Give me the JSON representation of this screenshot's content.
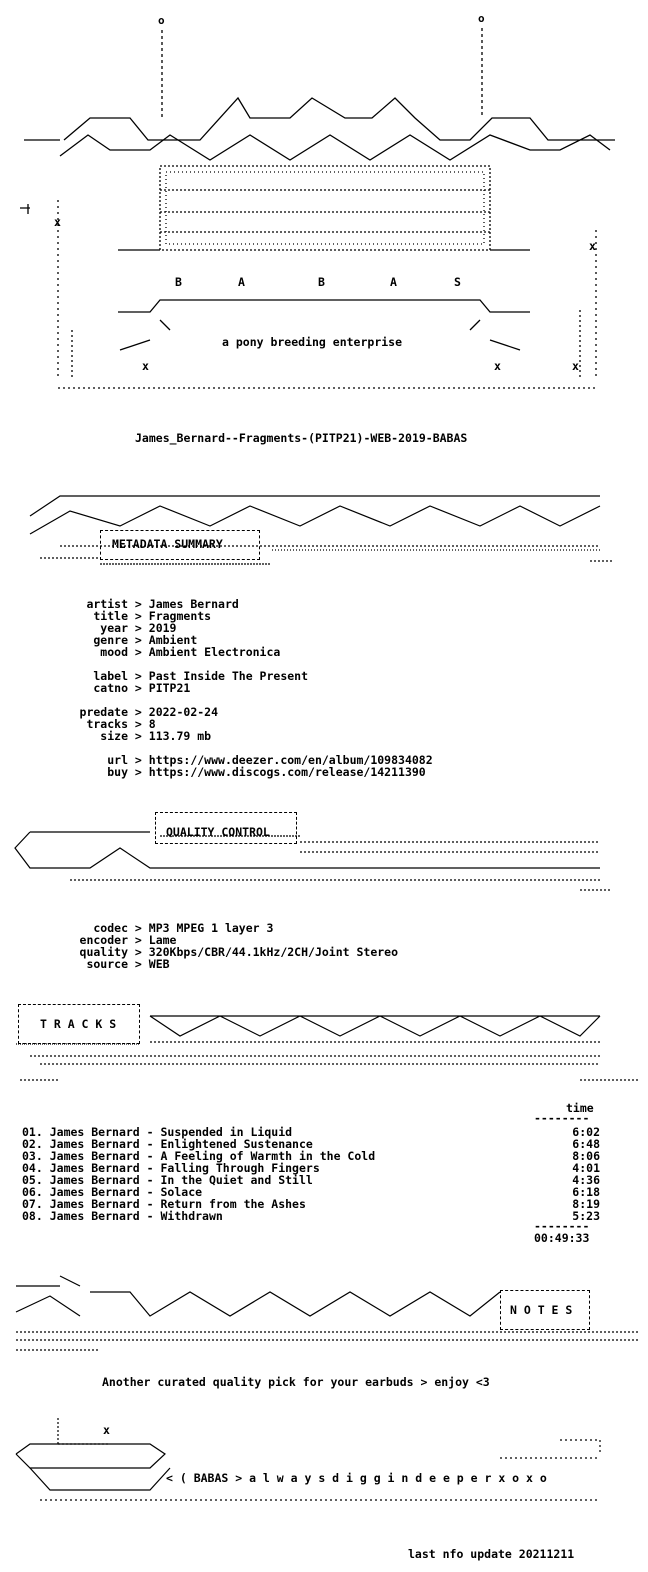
{
  "logo": {
    "letters": [
      "B",
      "A",
      "B",
      "A",
      "S"
    ],
    "tagline": "a pony breeding enterprise"
  },
  "release_name": "James_Bernard--Fragments-(PITP21)-WEB-2019-BABAS",
  "metadata": {
    "header": "METADATA SUMMARY",
    "group1": [
      {
        "key": "artist",
        "value": "James Bernard"
      },
      {
        "key": "title",
        "value": "Fragments"
      },
      {
        "key": "year",
        "value": "2019"
      },
      {
        "key": "genre",
        "value": "Ambient"
      },
      {
        "key": "mood",
        "value": "Ambient Electronica"
      }
    ],
    "group2": [
      {
        "key": "label",
        "value": "Past Inside The Present"
      },
      {
        "key": "catno",
        "value": "PITP21"
      }
    ],
    "group3": [
      {
        "key": "predate",
        "value": "2022-02-24"
      },
      {
        "key": "tracks",
        "value": "8"
      },
      {
        "key": "size",
        "value": "113.79 mb"
      }
    ],
    "group4": [
      {
        "key": "url",
        "value": "https://www.deezer.com/en/album/109834082"
      },
      {
        "key": "buy",
        "value": "https://www.discogs.com/release/14211390"
      }
    ]
  },
  "quality": {
    "header": "QUALITY CONTROL",
    "items": [
      {
        "key": "codec",
        "value": "MP3 MPEG 1 layer 3"
      },
      {
        "key": "encoder",
        "value": "Lame"
      },
      {
        "key": "quality",
        "value": "320Kbps/CBR/44.1kHz/2CH/Joint Stereo"
      },
      {
        "key": "source",
        "value": "WEB"
      }
    ]
  },
  "tracks": {
    "header": "T R A C K S",
    "time_header": "time",
    "list": [
      {
        "num": "01.",
        "title": "James Bernard - Suspended in Liquid",
        "time": "6:02"
      },
      {
        "num": "02.",
        "title": "James Bernard - Enlightened Sustenance",
        "time": "6:48"
      },
      {
        "num": "03.",
        "title": "James Bernard - A Feeling of Warmth in the Cold",
        "time": "8:06"
      },
      {
        "num": "04.",
        "title": "James Bernard - Falling Through Fingers",
        "time": "4:01"
      },
      {
        "num": "05.",
        "title": "James Bernard - In the Quiet and Still",
        "time": "4:36"
      },
      {
        "num": "06.",
        "title": "James Bernard - Solace",
        "time": "6:18"
      },
      {
        "num": "07.",
        "title": "James Bernard - Return from the Ashes",
        "time": "8:19"
      },
      {
        "num": "08.",
        "title": "James Bernard - Withdrawn",
        "time": "5:23"
      }
    ],
    "total": "00:49:33"
  },
  "notes": {
    "header": "N O T E S",
    "text": "Another curated quality pick for your earbuds > enjoy <3"
  },
  "footer": {
    "signature": "< ( BABAS > a l w a y s d i g g i n d e e p e r x o x o",
    "update": "last nfo update 20211211"
  }
}
